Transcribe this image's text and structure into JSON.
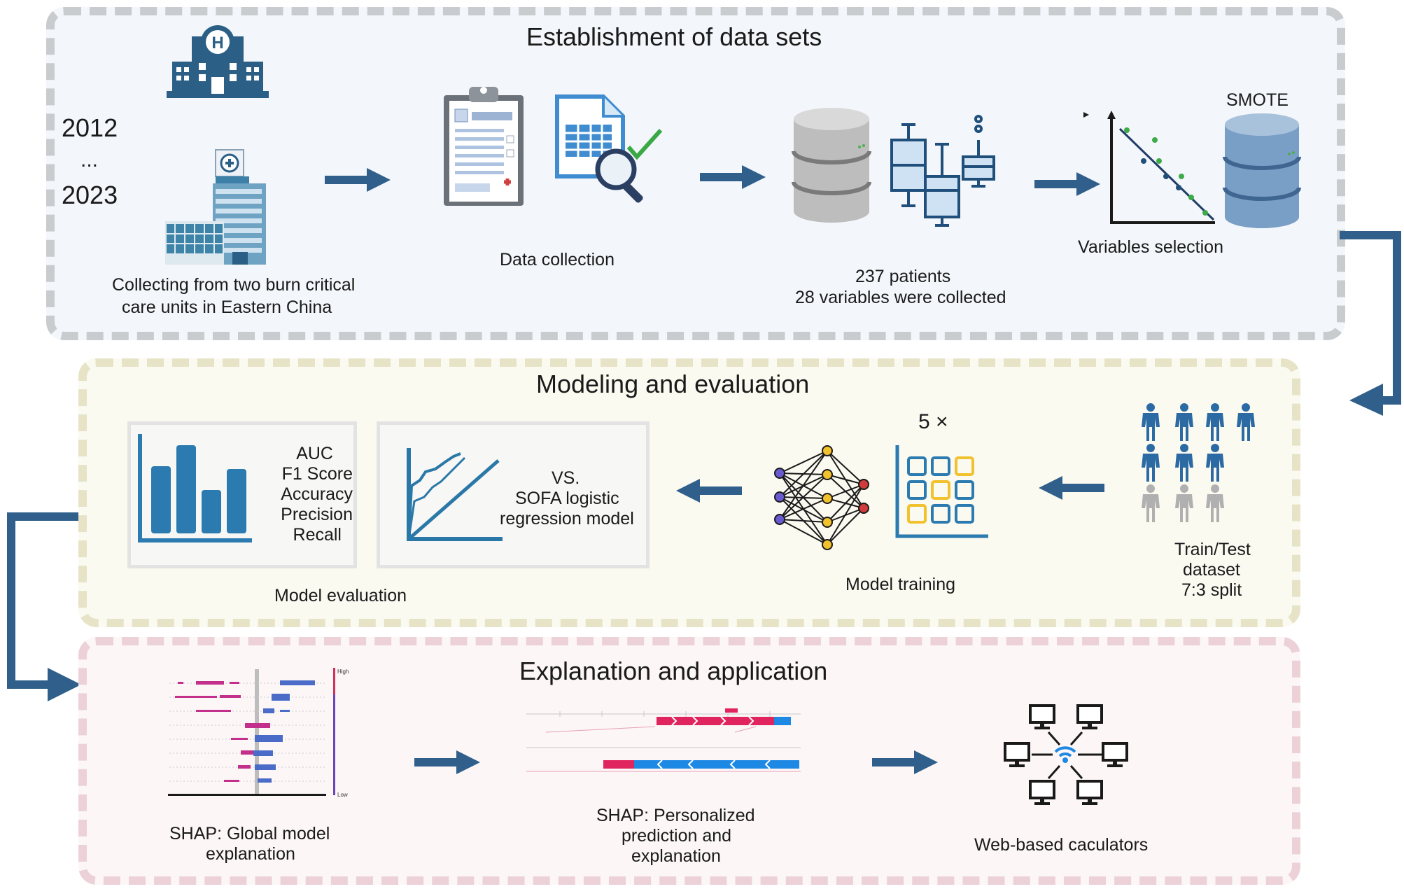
{
  "sections": {
    "establishment": {
      "title": "Establishment of data sets",
      "years": {
        "start": "2012",
        "dots": "...",
        "end": "2023"
      },
      "collecting_line1": "Collecting  from  two burn critical",
      "collecting_line2": "care units in Eastern China",
      "data_collection": "Data collection",
      "patients_line1": "237 patients",
      "patients_line2": "28 variables were collected",
      "smote": "SMOTE",
      "variables_selection": "Variables selection"
    },
    "modeling": {
      "title": "Modeling and evaluation",
      "metrics": [
        "AUC",
        "F1 Score",
        "Accuracy",
        "Precision",
        "Recall"
      ],
      "vs_line1": "VS.",
      "vs_line2": "SOFA logistic",
      "vs_line3": "regression model",
      "model_evaluation": "Model evaluation",
      "fold": "5 ×",
      "model_training": "Model training",
      "split_line1": "Train/Test",
      "split_line2": "dataset",
      "split_line3": "7:3 split"
    },
    "explanation": {
      "title": "Explanation and application",
      "shap_high": "High",
      "shap_low": "Low",
      "global_line1": "SHAP: Global model",
      "global_line2": "explanation",
      "personal_line1": "SHAP: Personalized",
      "personal_line2": "prediction and",
      "personal_line3": "explanation",
      "web": "Web-based caculators"
    }
  },
  "colors": {
    "arrow": "#2f5f8a",
    "hospital": "#2b5f86",
    "db_gray": "#b8b8b8",
    "db_blue": "#6e96bf",
    "chart_blue": "#2b7bb0",
    "grid_yellow": "#f2c12e",
    "shap_pink": "#e0245e",
    "shap_blue": "#1e88e5"
  }
}
